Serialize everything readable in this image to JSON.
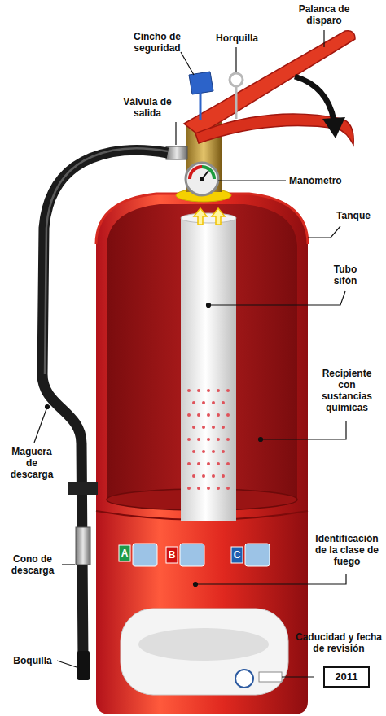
{
  "diagram": {
    "nodes": [
      {
        "text": [
          "2011"
        ]
      }
    ],
    "labels": [
      "Palanca de disparo",
      "Cincho de seguridad",
      "Horquilla",
      "Válvula de salida",
      "Manómetro",
      "Tanque",
      "Tubo sifón",
      "Recipiente con sustancias químicas",
      "Identificación de la clase de fuego",
      "Maguera de descarga",
      "Cono de descarga",
      "Boquilla",
      "Caducidad y fecha de revisión",
      "A",
      "B",
      "C"
    ]
  }
}
